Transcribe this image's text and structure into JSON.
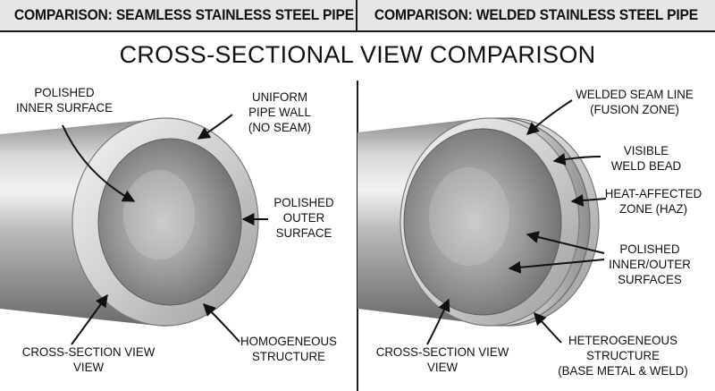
{
  "header": {
    "left": "COMPARISON: SEAMLESS STAINLESS STEEL PIPE",
    "right": "COMPARISON: WELDED STAINLESS STEEL PIPE"
  },
  "title": "CROSS-SECTIONAL VIEW COMPARISON",
  "seamless": {
    "labels": {
      "polished_inner": [
        "POLISHED",
        "INNER SURFACE"
      ],
      "uniform_wall": [
        "UNIFORM",
        "PIPE WALL",
        "(NO SEAM)"
      ],
      "polished_outer": [
        "POLISHED",
        "OUTER",
        "SURFACE"
      ],
      "homogeneous": [
        "HOMOGENEOUS",
        "STRUCTURE"
      ],
      "cross_section": [
        "CROSS-SECTION VIEW",
        "VIEW"
      ]
    }
  },
  "welded": {
    "labels": {
      "seam_line": [
        "WELDED SEAM LINE",
        "(FUSION ZONE)"
      ],
      "weld_bead": [
        "VISIBLE",
        "WELD BEAD"
      ],
      "haz": [
        "HEAT-AFFECTED",
        "ZONE (HAZ)"
      ],
      "polished_surfaces": [
        "POLISHED",
        "INNER/OUTER",
        "SURFACES"
      ],
      "heterogeneous": [
        "HETEROGENEOUS",
        "STRUCTURE",
        "(BASE METAL & WELD)"
      ],
      "cross_section": [
        "CROSS-SECTION VIEW",
        "VIEW"
      ]
    }
  },
  "colors": {
    "steel_light": "#e4e4e4",
    "steel_mid": "#a9a9a9",
    "steel_dark": "#6f6f6f",
    "ink": "#111111"
  }
}
